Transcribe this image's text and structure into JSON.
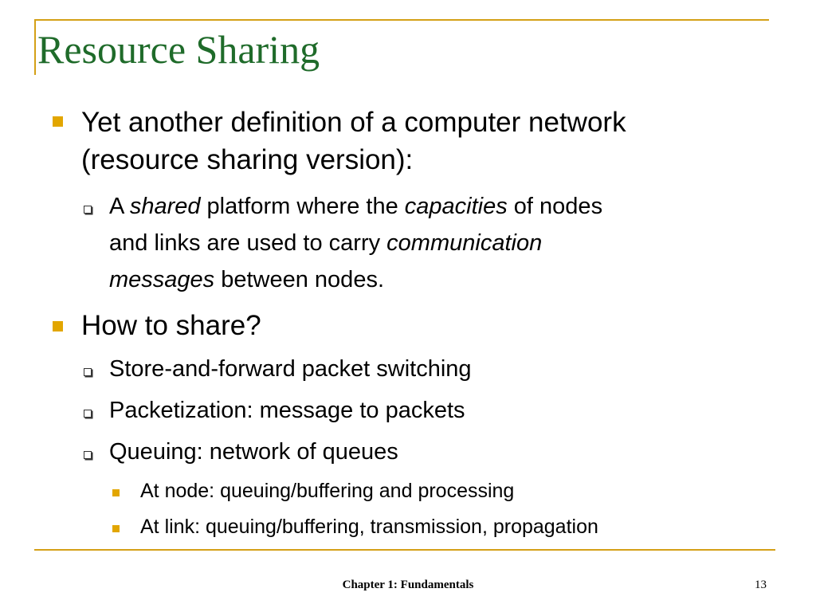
{
  "title": "Resource Sharing",
  "bullets": {
    "b1": "Yet another definition of a computer network",
    "b1_line2": "(resource sharing version):",
    "b1_sub": {
      "p1": "A ",
      "p2": "shared",
      "p3": " platform where the ",
      "p4": "capacities",
      "p5": " of nodes",
      "p6": "and links are used to carry ",
      "p7": "communication",
      "p8": "messages",
      "p9": " between nodes."
    },
    "b2": "How to share?",
    "b2_subs": [
      "Store-and-forward packet switching",
      "Packetization: message to packets",
      "Queuing: network of queues"
    ],
    "b2_subsubs": [
      "At node: queuing/buffering and processing",
      "At link: queuing/buffering, transmission, propagation"
    ]
  },
  "footer": {
    "chapter": "Chapter 1: Fundamentals",
    "page": "13"
  },
  "colors": {
    "title": "#1f6b2a",
    "accent": "#d4a017",
    "bullet": "#e2a600"
  }
}
